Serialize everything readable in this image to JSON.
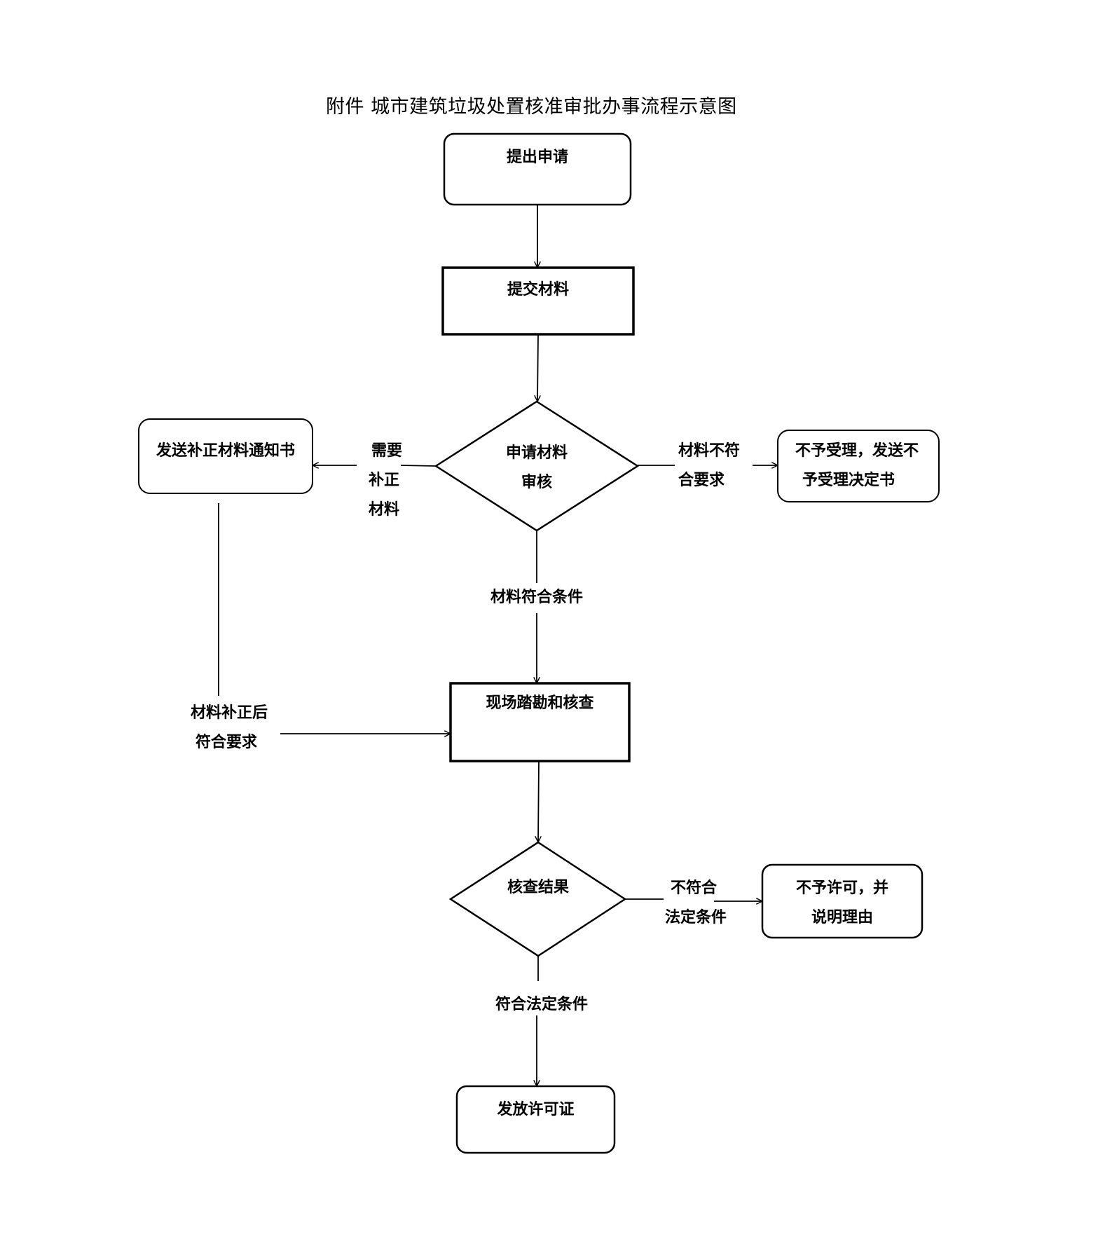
{
  "title": "附件  城市建筑垃圾处置核准审批办事流程示意图",
  "nodes": {
    "submit_application": {
      "label": "提出申请",
      "shape": "rounded-rect"
    },
    "submit_materials": {
      "label": "提交材料",
      "shape": "rect"
    },
    "review_materials": {
      "label_lines": [
        "申请材料",
        "审核"
      ],
      "shape": "diamond"
    },
    "send_correction_notice": {
      "label": "发送补正材料通知书",
      "shape": "rounded-rect"
    },
    "reject_acceptance": {
      "label_lines": [
        "不予受理，发送不",
        "予受理决定书"
      ],
      "shape": "rounded-rect"
    },
    "site_inspection": {
      "label": "现场踏勘和核查",
      "shape": "rect"
    },
    "inspection_result": {
      "label": "核查结果",
      "shape": "diamond"
    },
    "deny_permit": {
      "label_lines": [
        "不予许可，并",
        "说明理由"
      ],
      "shape": "rounded-rect"
    },
    "issue_permit": {
      "label": "发放许可证",
      "shape": "rounded-rect"
    }
  },
  "edges": {
    "need_correction": {
      "label_lines": [
        "需要",
        "补正",
        "材料"
      ],
      "from": "review_materials",
      "to": "send_correction_notice"
    },
    "not_meet_requirements": {
      "label_lines": [
        "材料不符",
        "合要求"
      ],
      "from": "review_materials",
      "to": "reject_acceptance"
    },
    "meets_conditions": {
      "label": "材料符合条件",
      "from": "review_materials",
      "to": "site_inspection"
    },
    "corrected_meets": {
      "label_lines": [
        "材料补正后",
        "符合要求"
      ],
      "from": "send_correction_notice",
      "to": "site_inspection"
    },
    "not_legal_conditions": {
      "label_lines": [
        "不符合",
        "法定条件"
      ],
      "from": "inspection_result",
      "to": "deny_permit"
    },
    "meets_legal_conditions": {
      "label": "符合法定条件",
      "from": "inspection_result",
      "to": "issue_permit"
    },
    "application_to_materials": {
      "from": "submit_application",
      "to": "submit_materials"
    },
    "materials_to_review": {
      "from": "submit_materials",
      "to": "review_materials"
    },
    "inspection_to_result": {
      "from": "site_inspection",
      "to": "inspection_result"
    }
  },
  "colors": {
    "stroke": "#000000",
    "background": "#ffffff",
    "text": "#000000"
  }
}
